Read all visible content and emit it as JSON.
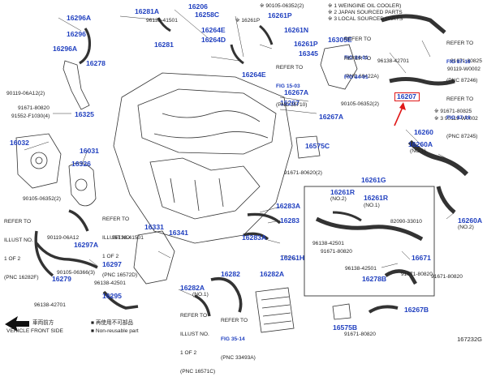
{
  "colors": {
    "part_blue": "#1f3fbf",
    "highlight_red": "#e01818",
    "line": "#333333"
  },
  "legend": {
    "items": [
      "WEINGINE OIL COOLER)",
      "JAPAN SOURCED PARTS",
      "LOCAL SOURCED PARTS"
    ]
  },
  "footer": {
    "front_label_cn": "車両前方",
    "front_label": "VEHICLE FRONT SIDE",
    "nonreuse_cn": "■ 再使用不可部品",
    "nonreuse": "■ Non-reusable part",
    "code": "167232G"
  },
  "parts": {
    "p16296A": "16296A",
    "p16296": "16296",
    "p16296A2": "16296A",
    "p16278": "16278",
    "p16281A": "16281A",
    "p16281": "16281",
    "p16206": "16206",
    "p16258C": "16258C",
    "p16264E": "16264E",
    "p16264D": "16264D",
    "p16261P": "16261P",
    "p16261N": "16261N",
    "p16261P2": "16261P",
    "p16264E2": "16264E",
    "p16305E": "16305E",
    "p16345": "16345",
    "p16267A": "16267A",
    "p16267": "16267",
    "p16267A2": "16267A",
    "p16207": "16207",
    "p16325": "16325",
    "p16032": "16032",
    "p16031": "16031",
    "p16326": "16326",
    "p16575C": "16575C",
    "p16260": "16260",
    "p16260A": "16260A",
    "p16261G": "16261G",
    "p16261R": "16261R",
    "p16261R2": "16261R",
    "p16283A": "16283A",
    "p16283": "16283",
    "p16283A2": "16283A",
    "p16261H": "16261H",
    "p16331": "16331",
    "p16341": "16341",
    "p16297A": "16297A",
    "p16297": "16297",
    "p16279": "16279",
    "p16295": "16295",
    "p16282A": "16282A",
    "p16282": "16282",
    "p16282A2": "16282A",
    "p16671": "16671",
    "p16278B": "16278B",
    "p16260A2": "16260A",
    "p16575B": "16575B",
    "p16267B": "16267B"
  },
  "labels": {
    "l1": "96138-41501",
    "l2": "※ 90105-06352(2)",
    "l3": "※ 16261P",
    "l4": "90119-06A12(2)",
    "l5": "91671-80820",
    "l6": "91552-F1030(4)",
    "l7": "96138-42701",
    "l8": "91671-80825",
    "l9": "90119-W0002",
    "l10": "※ 91671-80825",
    "l11": "※ 3 90119-W0002",
    "l12": "90105-06352(2)",
    "l13": "91671-80620(2)",
    "l14": "90105-06352(2)",
    "l15": "90119-06A12",
    "l16": "96138-41501",
    "l17": "90105-06366(3)",
    "l18": "96138-42501",
    "l19": "96138-42701",
    "l20": "82090-33010",
    "l21": "96138-42501",
    "l22": "91671-80820",
    "l23": "96138-42501",
    "l24": "91671-80820",
    "l25": "91671-80820",
    "l26": "91671-80820"
  },
  "no_marks": {
    "n1": "(NO.2)",
    "n2": "(NO.1)",
    "n3": "(NO.1)",
    "n4": "(NO.1)",
    "n5": "(NO.2)"
  },
  "refs": {
    "r1a": "REFER TO",
    "r1b": "FIG 84-01",
    "r1c": "(PNC 69422A)",
    "r2a": "REFER TO",
    "r2b": "FIG 84-01",
    "r3a": "REFER TO",
    "r3b": "FIG 87-16",
    "r3c": "(PNC 87246)",
    "r4a": "REFER TO",
    "r4b": "FIG 87-16",
    "r4c": "(PNC 87245)",
    "r5a": "REFER TO",
    "r5b": "FIG 15-03",
    "r5c": "(PNC 15710)",
    "r6a": "REFER TO",
    "r6b": "ILLUST NO.",
    "r6c": "1 OF 2",
    "r6d": "(PNC 16282F)",
    "r7a": "REFER TO",
    "r7b": "ILLUST NO.",
    "r7c": "1 OF 2",
    "r7d": "(PNC 16572D)",
    "r8a": "REFER TO",
    "r8b": "ILLUST NO.",
    "r8c": "1 OF 2",
    "r8d": "(PNC 16571C)",
    "r9a": "REFER TO",
    "r9b": "FIG 35-14",
    "r9c": "(PNC 33493A)"
  }
}
